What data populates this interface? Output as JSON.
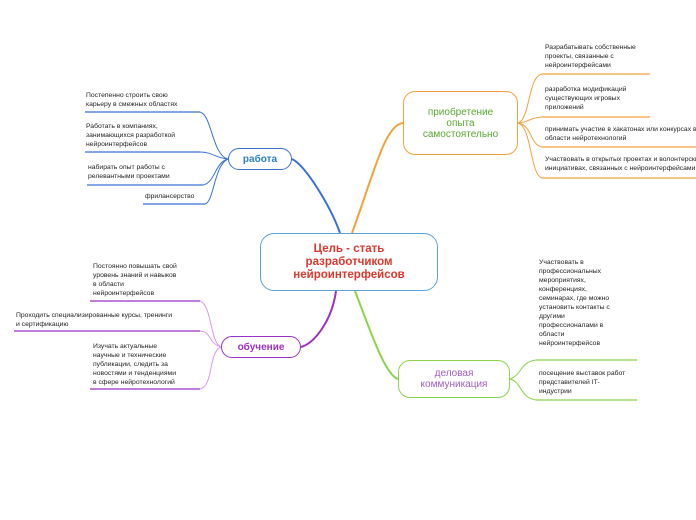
{
  "central": {
    "title": "Цель - стать разработчиком нейроинтерфейсов"
  },
  "branches": {
    "rabota": {
      "label": "работа",
      "color": "#3a6fd8",
      "items": [
        [
          "Постепенно строить свою",
          "карьеру в смежных областях"
        ],
        [
          "Работать в компаниях,",
          "занимающихся разработкой",
          "нейроинтерфейсов"
        ],
        [
          "набирать опыт работы с",
          "релевантными проектами"
        ],
        [
          "фрилансерство"
        ]
      ]
    },
    "opyt": {
      "label": "приобретение опыта самостоятельно",
      "color": "#f3a23b",
      "items": [
        [
          "Разрабатывать собственные",
          "проекты, связанные с",
          "нейроинтерфейсами"
        ],
        [
          "разработка модификаций",
          "существующих игровых",
          "приложений"
        ],
        [
          "принимать участие в хакатонах или конкурсах в",
          "области нейротехнологий"
        ],
        [
          "Участвовать в открытых проектах и волонтерских",
          "инициативах, связанных с нейроинтерфейсами"
        ]
      ]
    },
    "obuchenie": {
      "label": "обучение",
      "color": "#9b30c4",
      "items": [
        [
          "Постоянно повышать свой",
          "уровень знаний и навыков",
          "в области",
          "нейроинтерфейсов"
        ],
        [
          "Проходить специализированные курсы, тренинги",
          "и сертификацию"
        ],
        [
          "Изучать актуальные",
          "научные и технические",
          "публикации, следить за",
          "новостями и тенденциями",
          "в сфере нейротехнологий"
        ]
      ]
    },
    "delovaya": {
      "label": "деловая коммуникация",
      "color": "#8ad44a",
      "items": [
        [
          "Участвовать в",
          "профессиональных",
          "мероприятиях,",
          "конференциях,",
          "семинарах, где можно",
          "установить контакты с",
          "другими",
          "профессионалами в",
          "области",
          "нейроинтерфейсов"
        ],
        [
          "посещение выставок работ",
          "представителей IT-",
          "индустрии"
        ]
      ]
    }
  }
}
